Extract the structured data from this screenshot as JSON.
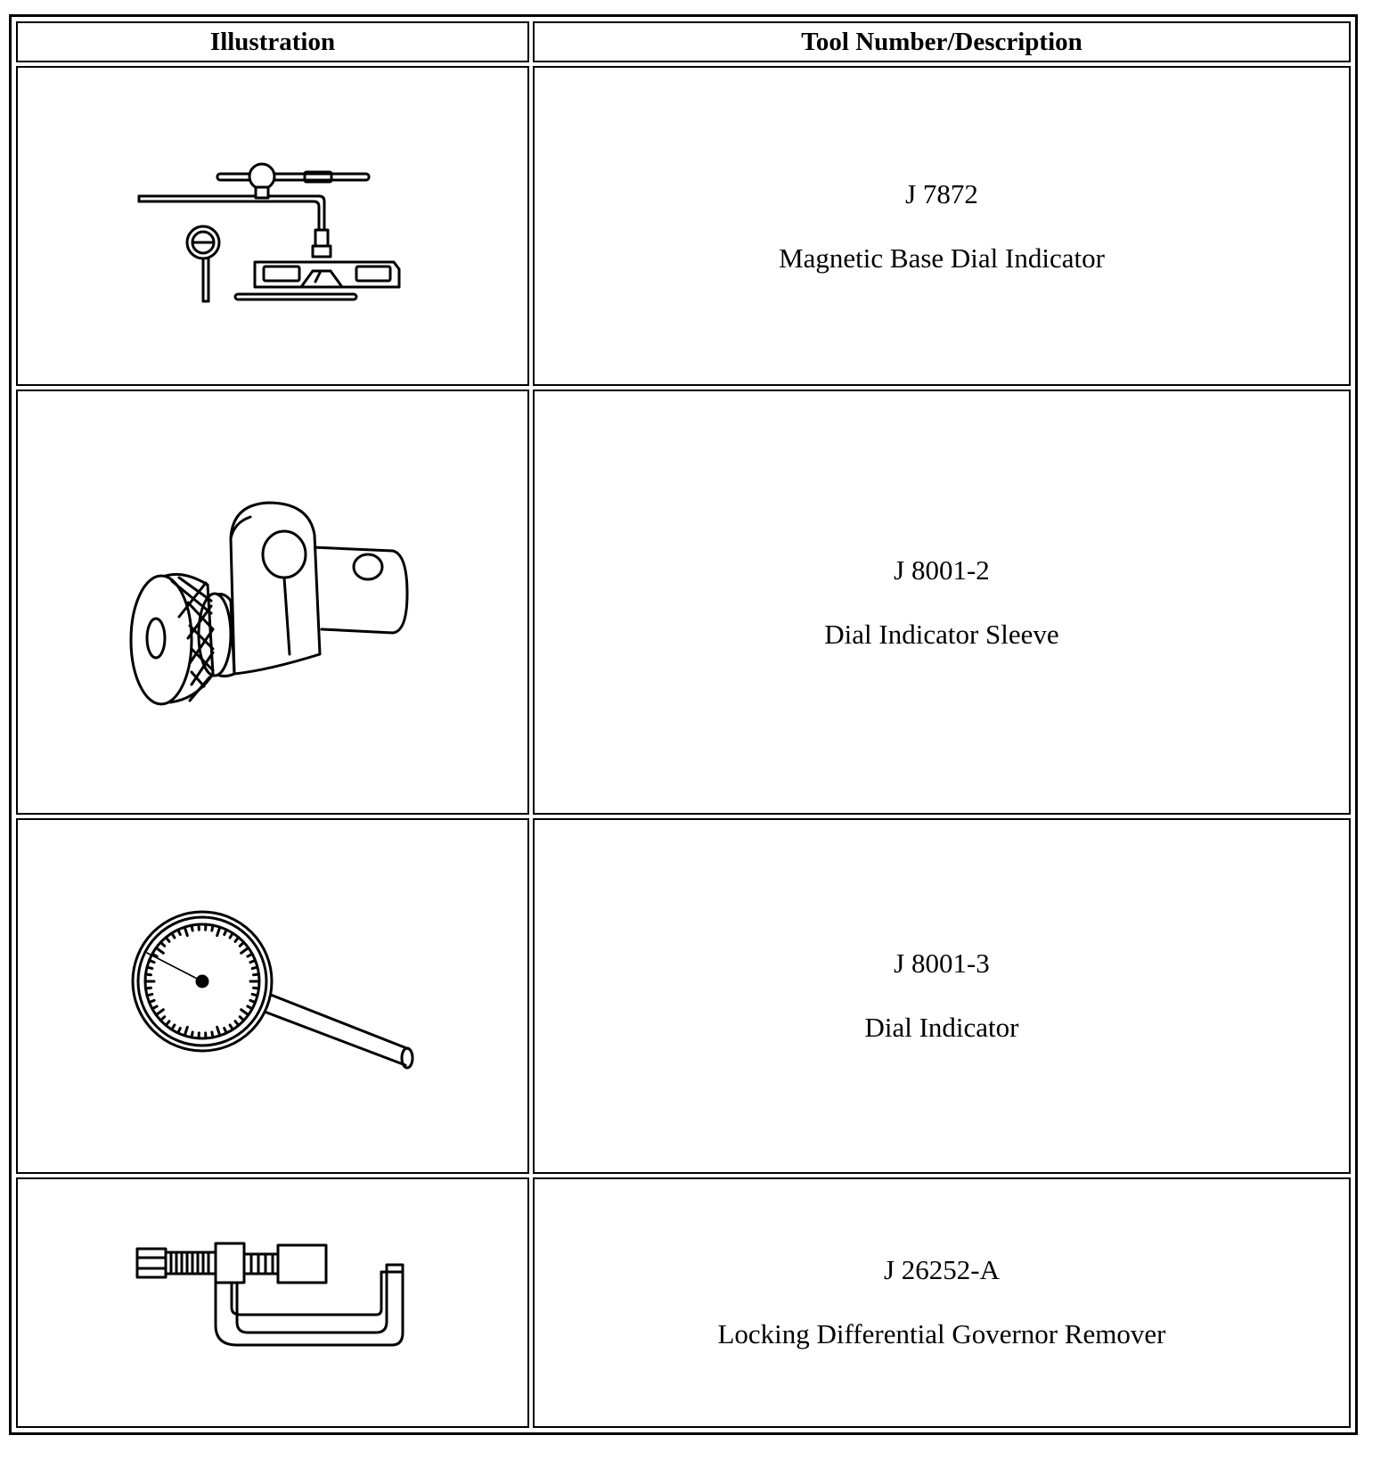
{
  "table": {
    "headers": {
      "illustration": "Illustration",
      "tool": "Tool Number/Description"
    },
    "rows": [
      {
        "number": "J 7872",
        "description": "Magnetic Base Dial Indicator",
        "icon": "magnetic-base-dial-indicator-illustration"
      },
      {
        "number": "J 8001-2",
        "description": "Dial Indicator Sleeve",
        "icon": "dial-indicator-sleeve-illustration"
      },
      {
        "number": "J 8001-3",
        "description": "Dial Indicator",
        "icon": "dial-indicator-illustration"
      },
      {
        "number": "J 26252-A",
        "description": "Locking Differential Governor Remover",
        "icon": "governor-remover-illustration"
      }
    ]
  }
}
